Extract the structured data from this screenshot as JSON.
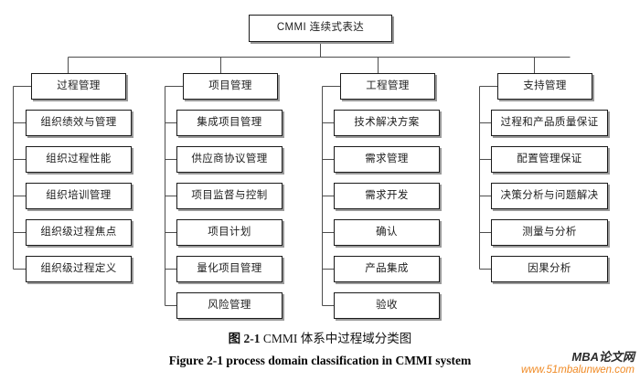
{
  "diagram": {
    "root": {
      "label": "CMMI 连续式表达"
    },
    "columns": [
      {
        "header": "过程管理",
        "items": [
          "组织绩效与管理",
          "组织过程性能",
          "组织培训管理",
          "组织级过程焦点",
          "组织级过程定义"
        ]
      },
      {
        "header": "项目管理",
        "items": [
          "集成项目管理",
          "供应商协议管理",
          "项目监督与控制",
          "项目计划",
          "量化项目管理",
          "风险管理"
        ]
      },
      {
        "header": "工程管理",
        "items": [
          "技术解决方案",
          "需求管理",
          "需求开发",
          "确认",
          "产品集成",
          "验收"
        ]
      },
      {
        "header": "支持管理",
        "items": [
          "过程和产品质量保证",
          "配置管理保证",
          "决策分析与问题解决",
          "测量与分析",
          "因果分析"
        ]
      }
    ]
  },
  "caption": {
    "cn_number": "图 2-1",
    "cn_text": "CMMI 体系中过程域分类图",
    "en_text": "Figure 2-1 process domain classification in CMMI system"
  },
  "watermark": {
    "brand": "MBA论文网",
    "url": "www.51mbalunwen.com"
  },
  "colors": {
    "box_border": "#1a1a1a",
    "box_shadow": "#9a9a9a",
    "connector": "#4d4d4d",
    "watermark_url": "#f08a24"
  }
}
